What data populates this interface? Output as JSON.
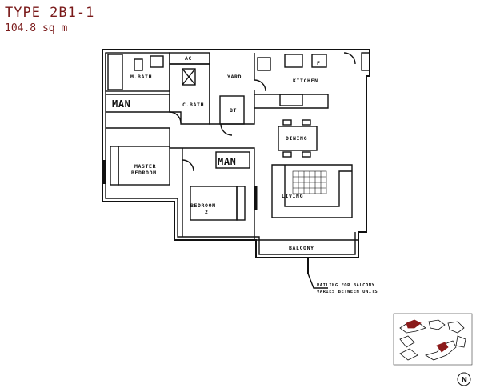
{
  "header": {
    "unit_type": "TYPE 2B1-1",
    "area": "104.8 sq m"
  },
  "rooms": {
    "ac": "AC",
    "m_bath": "M.BATH",
    "yard": "YARD",
    "kitchen": "KITCHEN",
    "c_bath": "C.BATH",
    "bt": "BT",
    "dining": "DINING",
    "master_line1": "MASTER",
    "master_line2": "BEDROOM",
    "bedroom_line1": "BEDROOM",
    "bedroom_line2": "2",
    "living": "LIVING",
    "balcony": "BALCONY"
  },
  "appliance_label": "F",
  "wardrobe_label": "MAN",
  "notes": {
    "railing_line1": "RAILING FOR BALCONY",
    "railing_line2": "VARIES BETWEEN UNITS"
  },
  "compass": {
    "label": "N"
  },
  "colors": {
    "title": "#7a1a1a",
    "highlight": "#8b1a1a",
    "line": "#111111"
  }
}
